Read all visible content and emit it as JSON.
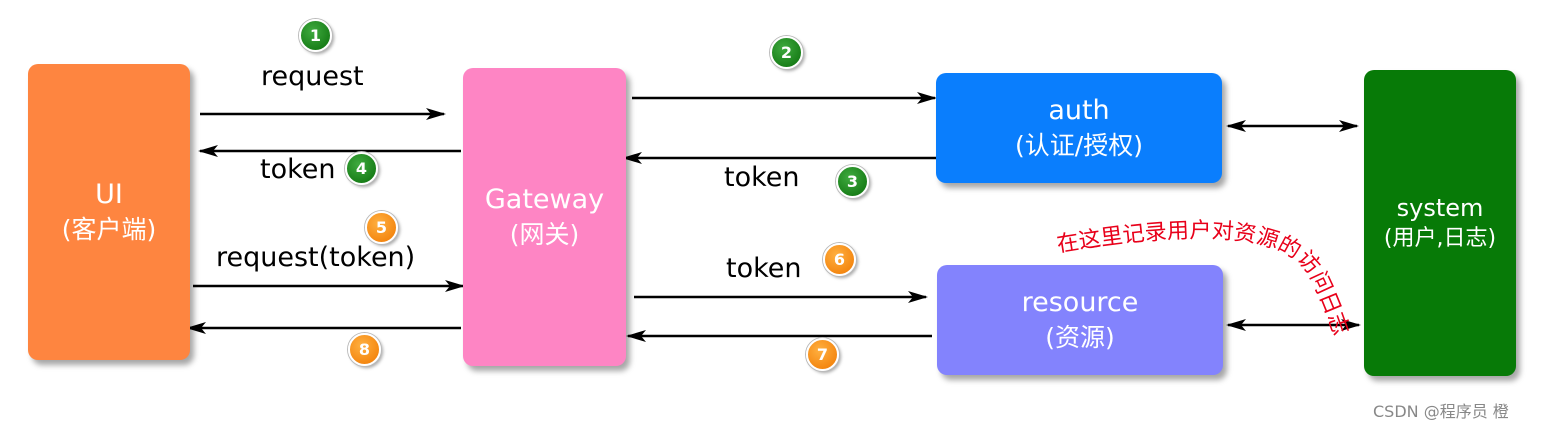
{
  "nodes": {
    "ui": {
      "title": "UI",
      "subtitle": "(客户端)",
      "color": "#fe8540"
    },
    "gateway": {
      "title": "Gateway",
      "subtitle": "(网关)",
      "color": "#fe85c4"
    },
    "auth": {
      "title": "auth",
      "subtitle": "(认证/授权)",
      "color": "#0a7efd"
    },
    "resource": {
      "title": "resource",
      "subtitle": "(资源)",
      "color": "#8383fd"
    },
    "system": {
      "title": "system",
      "subtitle": "(用户,日志)",
      "color": "#077a07"
    }
  },
  "edge_labels": {
    "request": "request",
    "token_to_ui": "token",
    "token_from_auth": "token",
    "request_with_token": "request(token)",
    "token_to_resource": "token"
  },
  "steps": [
    "1",
    "2",
    "3",
    "4",
    "5",
    "6",
    "7",
    "8"
  ],
  "step_colors": {
    "green": "#0a7a0a",
    "orange": "#f58a00"
  },
  "annotation": {
    "text": "在这里记录用户对资源的访问日志",
    "color": "#e8001a"
  },
  "watermark": "CSDN @程序员 橙"
}
